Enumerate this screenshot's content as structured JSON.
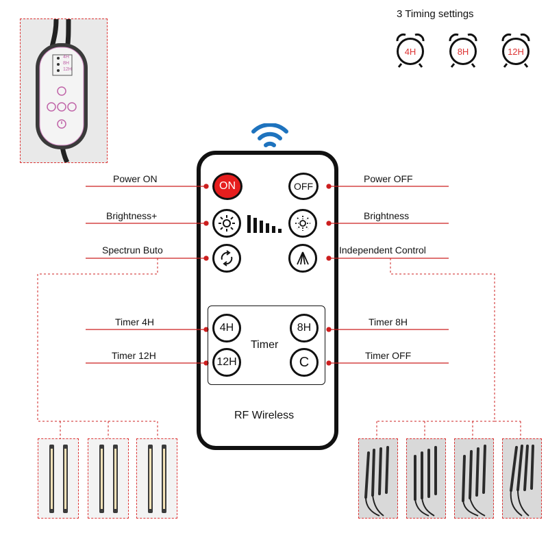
{
  "timing": {
    "title": "3 Timing settings",
    "options": [
      "4H",
      "8H",
      "12H"
    ]
  },
  "controller": {
    "timer_options": [
      "4H",
      "8H",
      "12H"
    ]
  },
  "remote": {
    "buttons": {
      "on": "ON",
      "off": "OFF",
      "timer_4h": "4H",
      "timer_8h": "8H",
      "timer_12h": "12H",
      "timer_off": "C"
    },
    "timer_box_label": "Timer",
    "footer_label": "RF Wireless"
  },
  "callouts": {
    "left": [
      "Power ON",
      "Brightness+",
      "Spectrun Buto",
      "Timer 4H",
      "Timer 12H"
    ],
    "right": [
      "Power OFF",
      "Brightness",
      "Independent Control",
      "Timer 8H",
      "Timer OFF"
    ]
  },
  "colors": {
    "accent_red": "#e61e1e",
    "line_red": "#cc1f1f",
    "wifi_blue": "#1e73be",
    "outline": "#111111"
  },
  "icons": {
    "wifi": "wireless-signal-icon",
    "brightness_up": "sun-icon",
    "brightness_down": "dim-sun-icon",
    "spectrum": "cycle-arrows-icon",
    "independent": "spread-lines-icon",
    "alarm": "alarm-clock-icon",
    "power": "power-icon"
  }
}
